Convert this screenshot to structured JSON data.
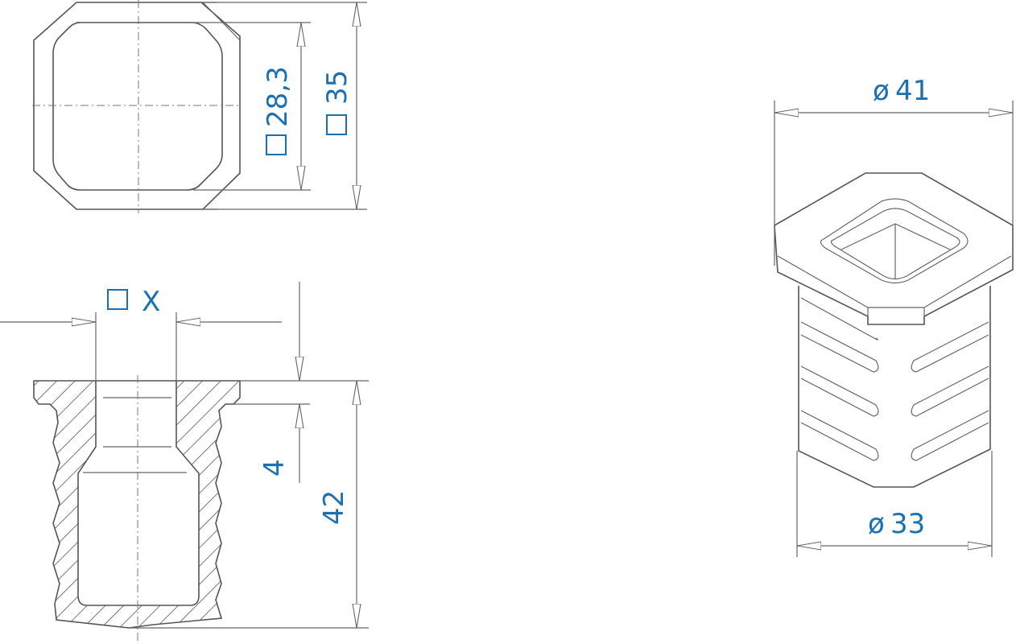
{
  "title": "Square tube insert technical drawing",
  "colors": {
    "dimension_text": "#1c70b0",
    "lines": "#555555"
  },
  "top_view": {
    "inner_dim": {
      "symbol": "square",
      "value": "28,3"
    },
    "outer_dim": {
      "symbol": "square",
      "value": "35"
    }
  },
  "section_view": {
    "width_dim": {
      "symbol": "square",
      "value": "X"
    },
    "flange_dim": {
      "value": "4"
    },
    "height_dim": {
      "value": "42"
    }
  },
  "iso_view": {
    "top_dim": {
      "symbol": "ø",
      "value": "41"
    },
    "bottom_dim": {
      "symbol": "ø",
      "value": "33"
    }
  }
}
